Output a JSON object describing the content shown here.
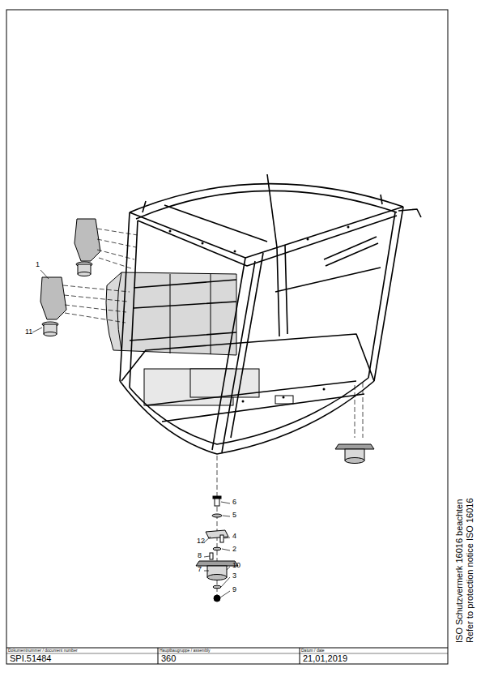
{
  "diagram": {
    "labels": [
      "1",
      "11",
      "6",
      "5",
      "12",
      "8",
      "7",
      "4",
      "2",
      "10",
      "3",
      "9",
      "Dokumentnummer / document number",
      "SPI.51484",
      "Hauptbaugruppe / assembly",
      "360",
      "Datum / date",
      "21,01,2019",
      "ISO Schutzvermerk 16016 beachten",
      "Refer to protection notice ISO 16016"
    ]
  }
}
